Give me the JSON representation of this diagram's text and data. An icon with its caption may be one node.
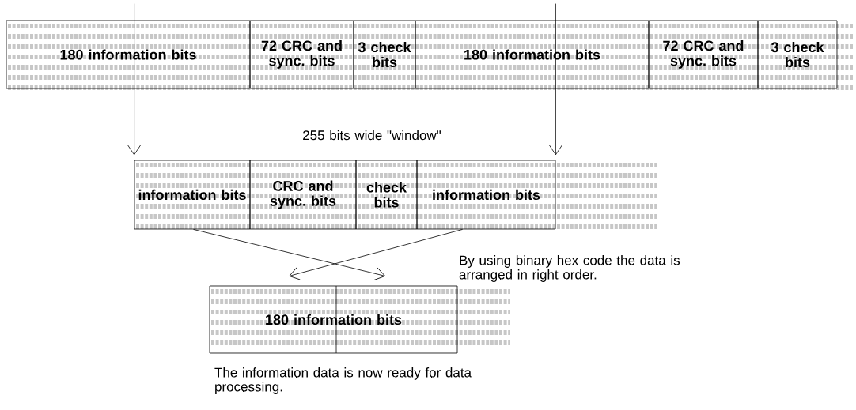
{
  "diagram": {
    "nodes": [
      {
        "text": [
          "180 information bits"
        ]
      },
      {
        "text": [
          "72 CRC and sync. bits"
        ]
      },
      {
        "text": [
          "3 check bits"
        ]
      },
      {
        "text": [
          "180 information bits"
        ]
      },
      {
        "text": [
          "72 CRC and sync. bits"
        ]
      },
      {
        "text": [
          "3 check bits"
        ]
      },
      {
        "text": [
          "information bits"
        ]
      },
      {
        "text": [
          "CRC and sync. bits"
        ]
      },
      {
        "text": [
          "check bits"
        ]
      },
      {
        "text": [
          "information bits"
        ]
      },
      {
        "text": [
          "180 information bits"
        ]
      }
    ],
    "edges": [
      {
        "from": null,
        "to": 6,
        "arrow": "to"
      },
      {
        "from": null,
        "to": 9,
        "arrow": "to"
      },
      {
        "from": 9,
        "to": 10,
        "arrow": "to"
      },
      {
        "from": 6,
        "to": 10,
        "arrow": "to"
      }
    ],
    "labels": [
      "255 bits wide \"window\"",
      "By using binary hex code the data is arranged in right order.",
      "The information data is now ready for data processing."
    ]
  }
}
